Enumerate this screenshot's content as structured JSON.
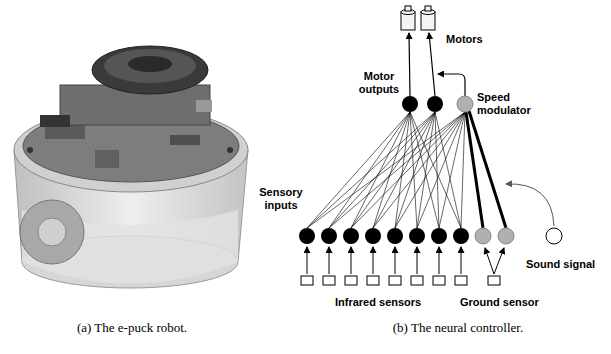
{
  "diagram": {
    "labels": [
      "Motors",
      "Motor outputs",
      "Speed modulator",
      "Sensory inputs",
      "Infrared sensors",
      "Ground sensor",
      "Sound signal",
      "(a) The e-puck robot.",
      "(b) The neural controller."
    ]
  }
}
